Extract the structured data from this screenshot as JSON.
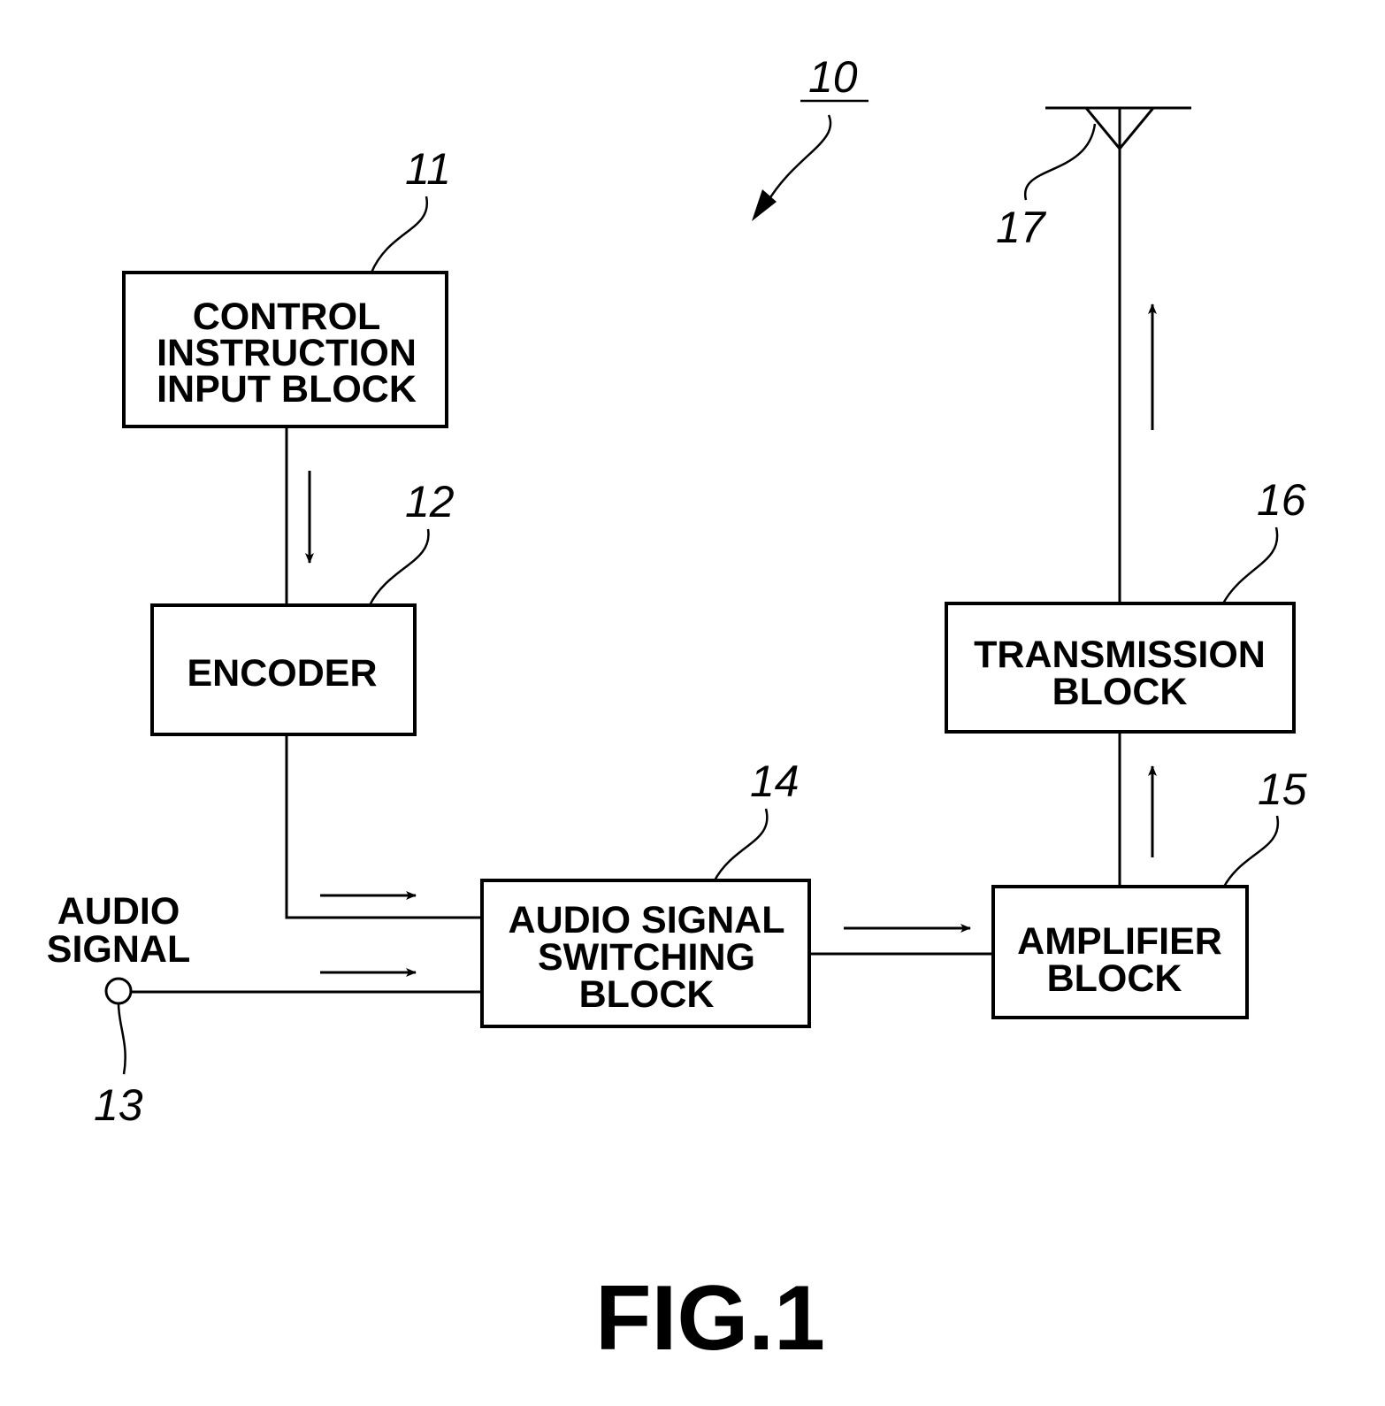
{
  "figure_label": "FIG.1",
  "overall_ref": "10",
  "blocks": {
    "control": {
      "ref": "11",
      "lines": [
        "CONTROL",
        "INSTRUCTION",
        "INPUT BLOCK"
      ]
    },
    "encoder": {
      "ref": "12",
      "lines": [
        "ENCODER"
      ]
    },
    "switching": {
      "ref": "14",
      "lines": [
        "AUDIO SIGNAL",
        "SWITCHING",
        "BLOCK"
      ]
    },
    "amplifier": {
      "ref": "15",
      "lines": [
        "AMPLIFIER",
        "BLOCK"
      ]
    },
    "transmission": {
      "ref": "16",
      "lines": [
        "TRANSMISSION",
        "BLOCK"
      ]
    }
  },
  "audio_input": {
    "ref": "13",
    "lines": [
      "AUDIO",
      "SIGNAL"
    ]
  },
  "antenna": {
    "ref": "17"
  }
}
